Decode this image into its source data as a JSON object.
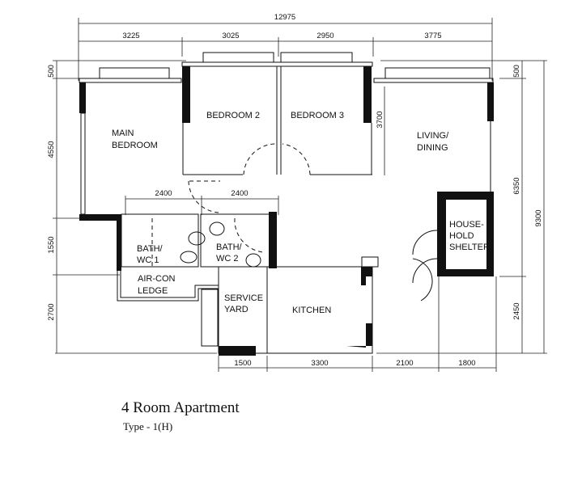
{
  "plan": {
    "title": "4 Room Apartment",
    "subtitle": "Type - 1(H)",
    "rooms": {
      "main_bedroom": [
        "MAIN",
        "BEDROOM"
      ],
      "bedroom2": "BEDROOM  2",
      "bedroom3": "BEDROOM  3",
      "living": [
        "LIVING/",
        "DINING"
      ],
      "shelter": [
        "HOUSE-",
        "HOLD",
        "SHELTER"
      ],
      "bath1": [
        "BATH/",
        "WC  1"
      ],
      "bath2": [
        "BATH/",
        "WC  2"
      ],
      "aircon": [
        "AIR-CON",
        "LEDGE"
      ],
      "service": [
        "SERVICE",
        "YARD"
      ],
      "kitchen": "KITCHEN"
    },
    "dimensions": {
      "overall_width": "12975",
      "top": [
        "3225",
        "3025",
        "2950",
        "3775"
      ],
      "bath": [
        "2400",
        "2400"
      ],
      "bottom": [
        "1500",
        "3300",
        "2100",
        "1800"
      ],
      "left": [
        "500",
        "4550",
        "1550",
        "2700"
      ],
      "right": [
        "500",
        "6350",
        "2450"
      ],
      "overall_height": "9300",
      "bedroom_depth": "3700"
    }
  }
}
